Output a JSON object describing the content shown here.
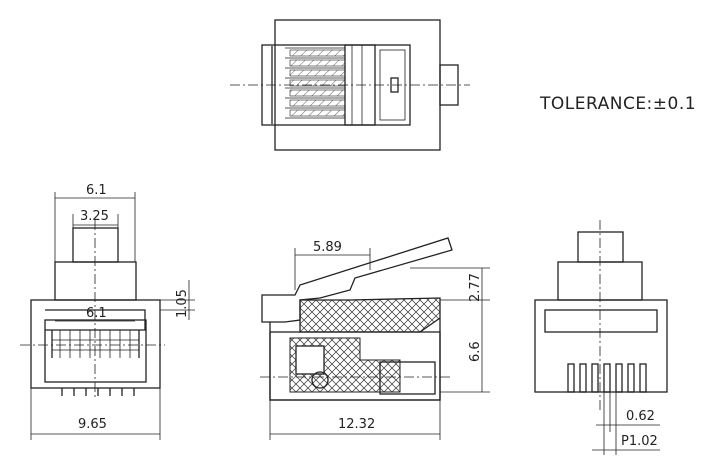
{
  "tolerance_note": "TOLERANCE:±0.1",
  "dimensions": {
    "front_width_top": "6.1",
    "front_latch_width": "3.25",
    "front_inner_width": "6.1",
    "front_side_height": "1.05",
    "front_overall_width": "9.65",
    "side_latch_length": "5.89",
    "side_latch_height": "2.77",
    "side_body_height": "6.6",
    "side_overall_length": "12.32",
    "back_contact_width": "0.62",
    "back_pitch": "P1.02"
  }
}
